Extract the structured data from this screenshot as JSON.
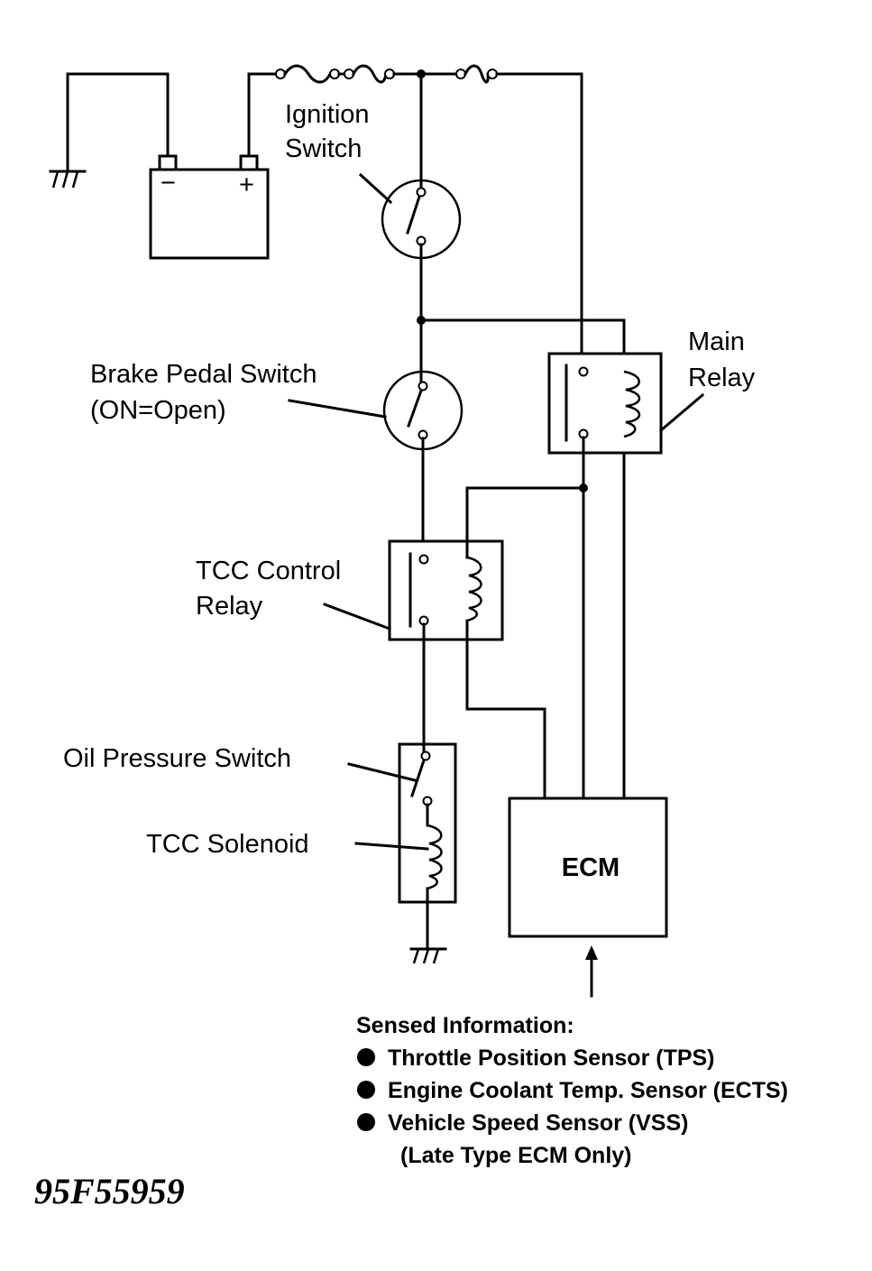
{
  "labels": {
    "ignition_switch": [
      "Ignition",
      "Switch"
    ],
    "main_relay": [
      "Main",
      "Relay"
    ],
    "brake_pedal_switch": [
      "Brake Pedal Switch",
      "(ON=Open)"
    ],
    "tcc_control_relay": [
      "TCC Control",
      "Relay"
    ],
    "oil_pressure_switch": "Oil Pressure Switch",
    "tcc_solenoid": "TCC Solenoid",
    "ecm": "ECM",
    "battery_minus": "−",
    "battery_plus": "+"
  },
  "sensed": {
    "heading": "Sensed Information:",
    "items": [
      "Throttle Position Sensor (TPS)",
      "Engine Coolant Temp. Sensor (ECTS)",
      "Vehicle Speed Sensor (VSS)"
    ],
    "note": "(Late Type ECM Only)"
  },
  "figure_code": "95F55959"
}
